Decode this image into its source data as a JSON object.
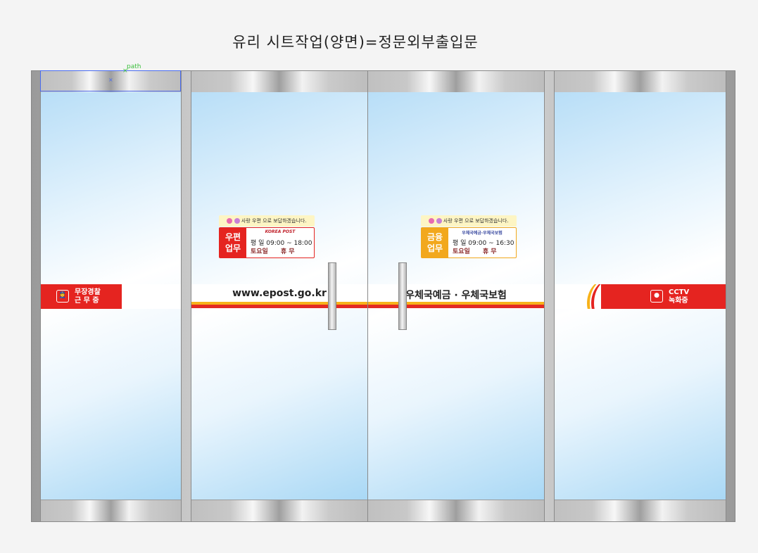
{
  "title": "유리 시트작업(양면)=정문외부출입문",
  "selection": {
    "label": "path"
  },
  "panels": {
    "p1": {
      "badge_line1": "무장경찰",
      "badge_line2": "근 무 중"
    },
    "p2": {
      "band_text": "www.epost.go.kr"
    },
    "p3": {
      "band_text": "우체국예금 · 우체국보험"
    },
    "p4": {
      "badge_line1": "CCTV",
      "badge_line2": "녹화중",
      "badge_icon": "cctv-icon"
    }
  },
  "signs": {
    "postal": {
      "top_text": "사랑 우편 으로 보답하겠습니다.",
      "head_line1": "우편",
      "head_line2": "업무",
      "brand": "KOREA POST",
      "weekday": "평  일  09:00 ~ 18:00",
      "saturday": "토요일",
      "closed": "휴  무",
      "accent": "#e52420"
    },
    "finance": {
      "top_text": "사랑 우편 으로 보답하겠습니다.",
      "head_line1": "금융",
      "head_line2": "업무",
      "brand": "우체국예금·우체국보험",
      "weekday": "평  일  09:00 ~ 16:30",
      "saturday": "토요일",
      "closed": "휴  무",
      "accent": "#f2a81d"
    }
  },
  "colors": {
    "red": "#e52420",
    "orange": "#f7b21a",
    "glass_blue": "#b8def7"
  }
}
